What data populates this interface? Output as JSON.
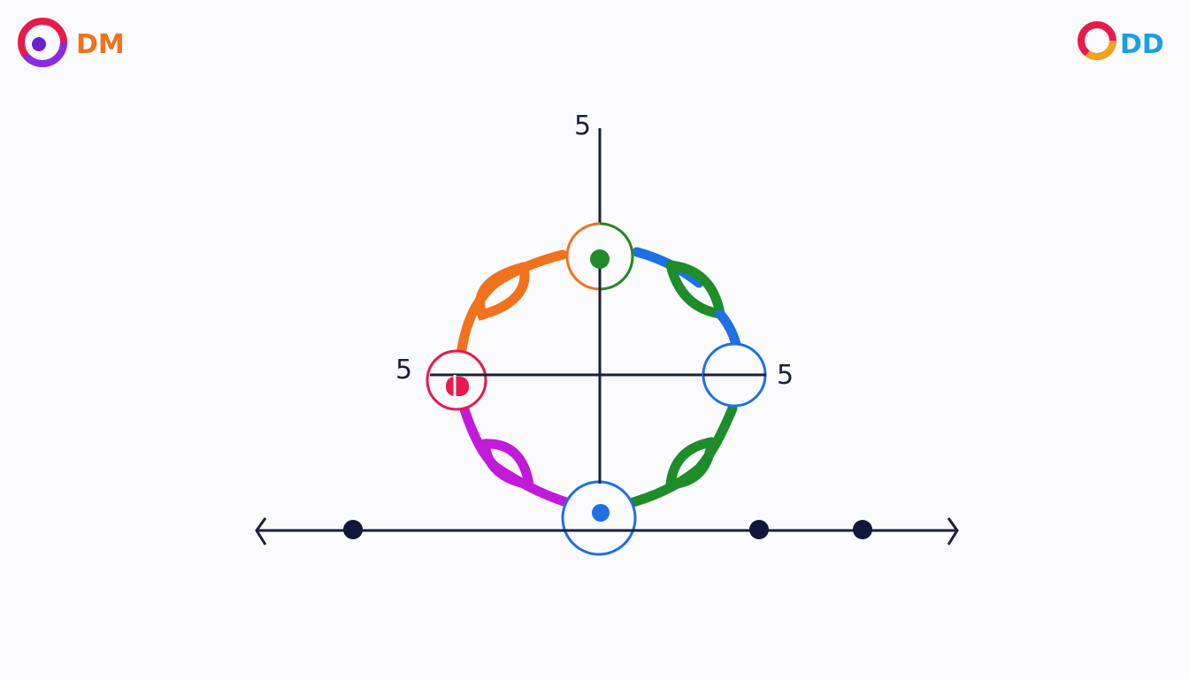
{
  "axis_labels": {
    "top": "5",
    "left": "5",
    "right": "5"
  },
  "logos": {
    "left": {
      "text": "DM",
      "icon": "brand-swirl-icon"
    },
    "right": {
      "text": "DD",
      "icon": "brand-swirl-icon"
    }
  },
  "colors": {
    "axis": "#1b1f3a",
    "orange": "#f2711c",
    "green": "#1e8c28",
    "blue": "#1f6fe5",
    "red": "#e8194b",
    "magenta": "#c21ad9",
    "background": "#fbfbfd"
  },
  "number_line": {
    "dot_count": 3,
    "has_left_arrow": true,
    "has_right_arrow": true
  },
  "nodes": [
    {
      "name": "node-top",
      "ring": "orange-green",
      "dot_color": "#1e8c28"
    },
    {
      "name": "node-right",
      "ring": "#1f6fe5",
      "dot_color": ""
    },
    {
      "name": "node-bottom",
      "ring": "#1f6fe5",
      "dot_color": "#1f6fe5"
    },
    {
      "name": "node-left",
      "ring": "#e8194b",
      "dot_color": "#e8194b"
    }
  ]
}
